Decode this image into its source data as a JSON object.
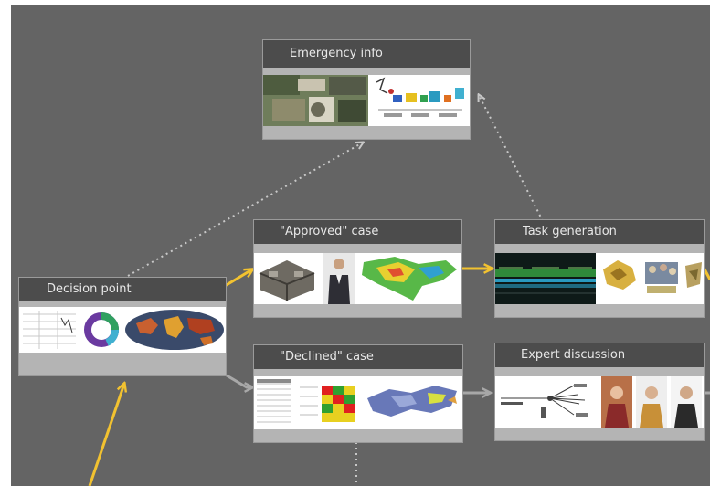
{
  "nodes": {
    "emergency": {
      "title": "Emergency info"
    },
    "approved": {
      "title": "\"Approved\" case"
    },
    "task": {
      "title": "Task generation"
    },
    "decision": {
      "title": "Decision point"
    },
    "declined": {
      "title": "\"Declined\" case"
    },
    "expert": {
      "title": "Expert discussion"
    }
  },
  "colors": {
    "background": "#646464",
    "node_title_bar": "#4c4c4c",
    "node_frame": "#b4b4b4",
    "solid_arrow": "#f2c230",
    "grey_arrow": "#a8a8a8",
    "dotted_link": "#c8c8c8"
  },
  "thumbnails": {
    "emergency": [
      "aerial-flood-photo",
      "process-diagram-thumbnail"
    ],
    "approved": [
      "building-model-render",
      "presenter-photo",
      "heat-map-thumbnail"
    ],
    "task": [
      "timeline-chart-thumbnail",
      "construction-photo",
      "crowd-photo",
      "damage-photo"
    ],
    "decision": [
      "data-table-thumbnail",
      "donut-chart-thumbnail",
      "world-map-thumbnail"
    ],
    "declined": [
      "data-table-thumbnail",
      "risk-matrix-thumbnail",
      "region-map-thumbnail"
    ],
    "expert": [
      "network-diagram-thumbnail",
      "expert-portrait",
      "expert-portrait",
      "expert-portrait"
    ]
  }
}
